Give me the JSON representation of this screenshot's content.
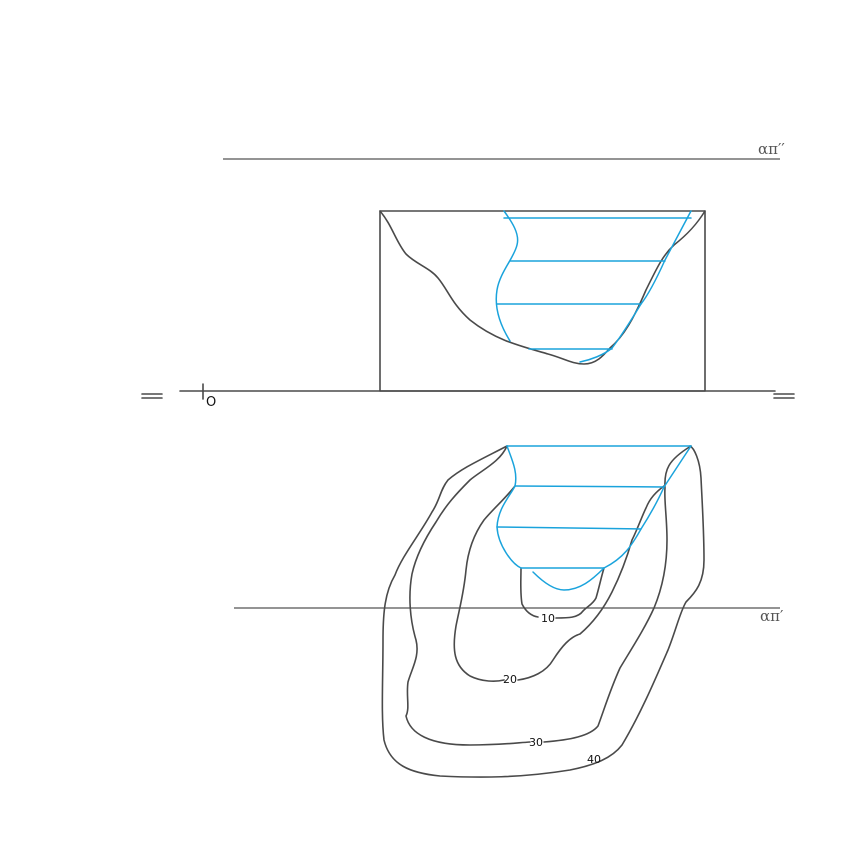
{
  "labels": {
    "plane_upper": "απ′′",
    "plane_lower": "απ′",
    "origin": "O",
    "contour_10": "10",
    "contour_20": "20",
    "contour_30": "30",
    "contour_40": "40"
  },
  "colors": {
    "ink": "#4a4a4a",
    "water": "#1aa3dc"
  }
}
